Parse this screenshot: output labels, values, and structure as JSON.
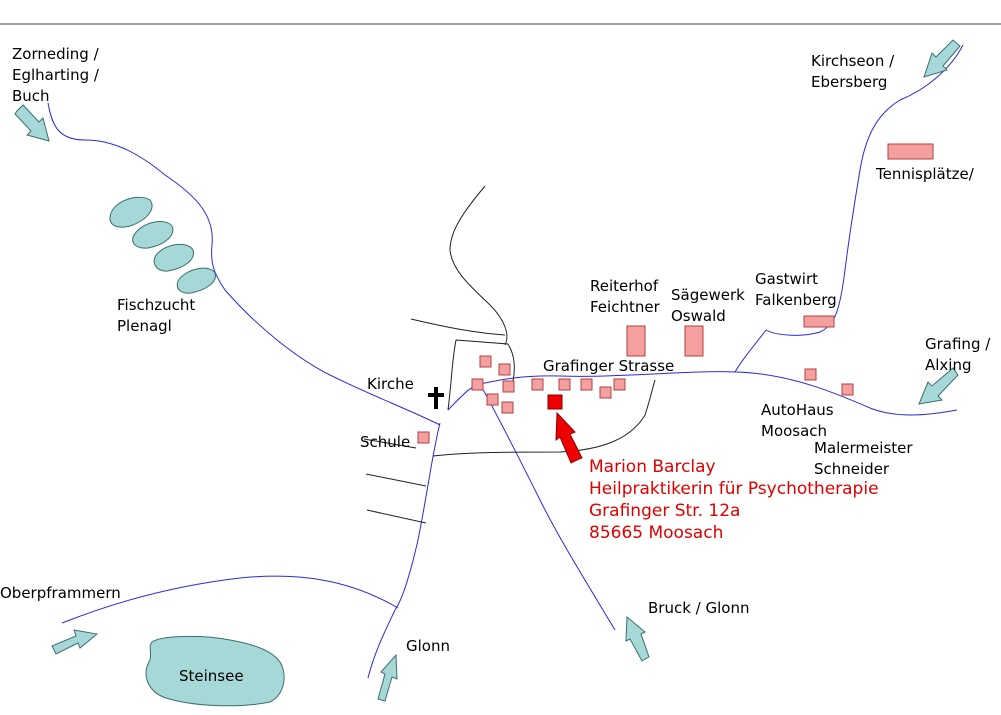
{
  "colors": {
    "road": "#2a2adf",
    "building": "#f4a0a0",
    "target_building": "#ee0000",
    "highlight_text": "#e00000",
    "water_arrow": "#a6d8d8"
  },
  "labels": {
    "zorneding": [
      "Zorneding /",
      "Eglharting /",
      "Buch"
    ],
    "kirchseon": [
      "Kirchseon /",
      "Ebersberg"
    ],
    "tennis": "Tennisplätze/",
    "fischzucht": [
      "Fischzucht",
      "Plenagl"
    ],
    "reiterhof": [
      "Reiterhof",
      "Feichtner"
    ],
    "saegewerk": [
      "Sägewerk",
      "Oswald"
    ],
    "gastwirt": [
      "Gastwirt",
      "Falkenberg"
    ],
    "grafing": [
      "Grafing /",
      "Alxing"
    ],
    "kirche": "Kirche",
    "grafinger_strasse": "Grafinger Strasse",
    "schule": "Schule",
    "autohaus": [
      "AutoHaus",
      "Moosach"
    ],
    "malermeister": [
      "Malermeister",
      "Schneider"
    ],
    "oberpframmern": "Oberpframmern",
    "bruck": "Bruck / Glonn",
    "glonn": "Glonn",
    "steinsee": "Steinsee"
  },
  "address": {
    "name": "Marion Barclay",
    "title": "Heilpraktikerin für Psychotherapie",
    "street": "Grafinger Str. 12a",
    "city": "85665 Moosach"
  }
}
